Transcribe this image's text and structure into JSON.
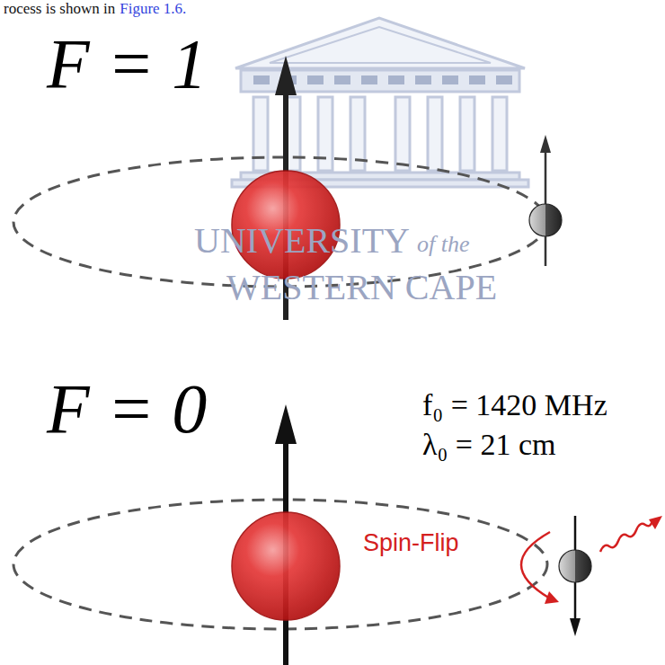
{
  "diagram": {
    "labels": [
      "rocess is shown in",
      "Figure 1.6.",
      "F = 1",
      "UNIVERSITY",
      "of the",
      "WESTERN CAPE",
      "F = 0",
      "f₀ = 1420 MHz",
      "λ₀ = 21 cm",
      "Spin-Flip"
    ]
  }
}
